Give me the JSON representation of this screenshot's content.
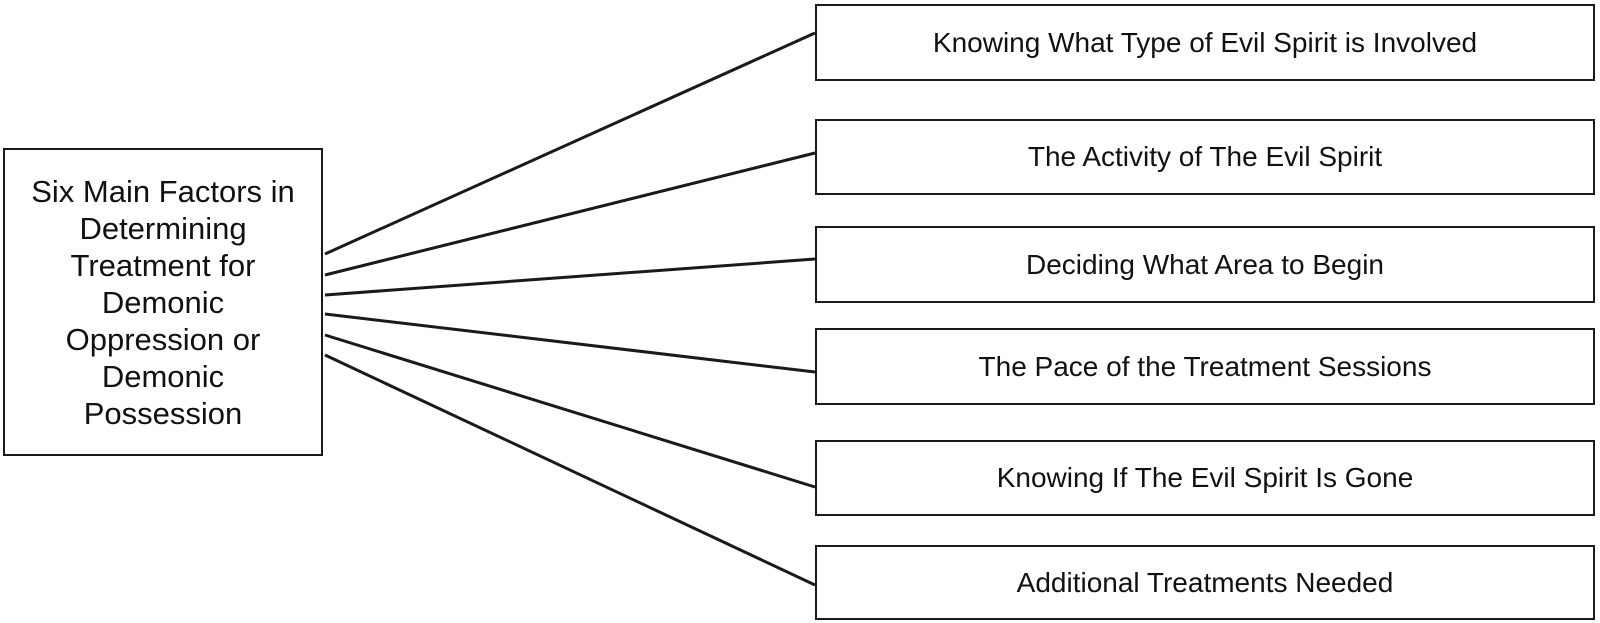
{
  "diagram": {
    "main_factor": {
      "label": "Six Main Factors in Determining Treatment for Demonic Oppression or Demonic Possession"
    },
    "factors": [
      {
        "label": "Knowing What Type of Evil Spirit is Involved"
      },
      {
        "label": "The Activity of The Evil Spirit"
      },
      {
        "label": "Deciding What Area to Begin"
      },
      {
        "label": "The Pace of the Treatment Sessions"
      },
      {
        "label": "Knowing If The Evil Spirit Is Gone"
      },
      {
        "label": "Additional Treatments Needed"
      }
    ],
    "colors": {
      "line": "#1a1a1a",
      "box_border": "#1a1a1a",
      "background": "#ffffff"
    }
  }
}
